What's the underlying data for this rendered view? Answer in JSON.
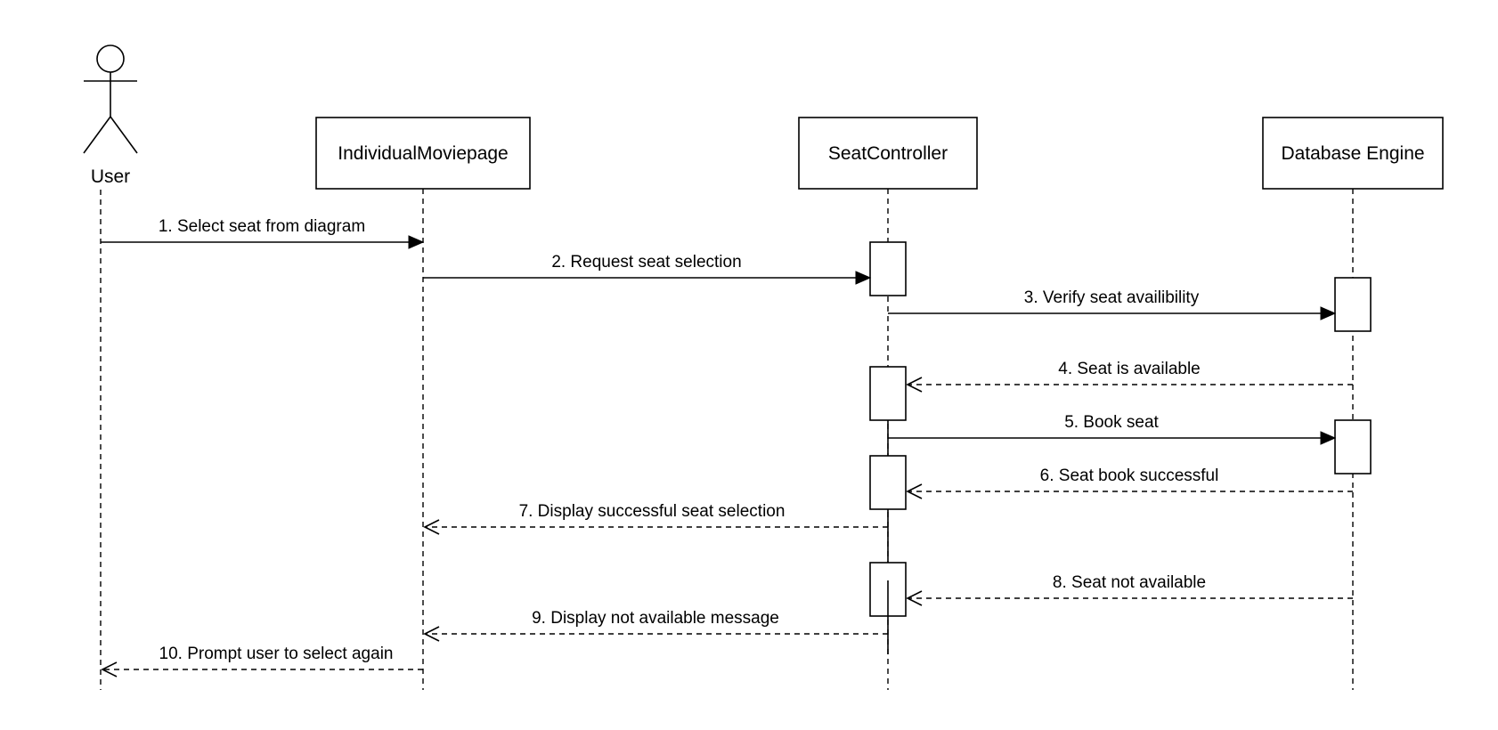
{
  "participants": [
    {
      "id": "user",
      "label": "User",
      "kind": "actor"
    },
    {
      "id": "moviepage",
      "label": "IndividualMoviepage",
      "kind": "box"
    },
    {
      "id": "seatcontroller",
      "label": "SeatController",
      "kind": "box"
    },
    {
      "id": "database",
      "label": "Database Engine",
      "kind": "box"
    }
  ],
  "messages": [
    {
      "label": "1. Select seat from diagram",
      "from": "user",
      "to": "moviepage",
      "style": "sync"
    },
    {
      "label": "2. Request seat selection",
      "from": "moviepage",
      "to": "seatcontroller",
      "style": "sync"
    },
    {
      "label": "3. Verify seat availibility",
      "from": "seatcontroller",
      "to": "database",
      "style": "sync"
    },
    {
      "label": "4. Seat is available",
      "from": "database",
      "to": "seatcontroller",
      "style": "reply"
    },
    {
      "label": "5. Book seat",
      "from": "seatcontroller",
      "to": "database",
      "style": "sync"
    },
    {
      "label": "6. Seat book successful",
      "from": "database",
      "to": "seatcontroller",
      "style": "reply"
    },
    {
      "label": "7. Display successful seat selection",
      "from": "seatcontroller",
      "to": "moviepage",
      "style": "reply"
    },
    {
      "label": "8. Seat not available",
      "from": "database",
      "to": "seatcontroller",
      "style": "reply"
    },
    {
      "label": "9. Display not available message",
      "from": "seatcontroller",
      "to": "moviepage",
      "style": "reply"
    },
    {
      "label": "10. Prompt user to select again",
      "from": "moviepage",
      "to": "user",
      "style": "reply"
    }
  ]
}
